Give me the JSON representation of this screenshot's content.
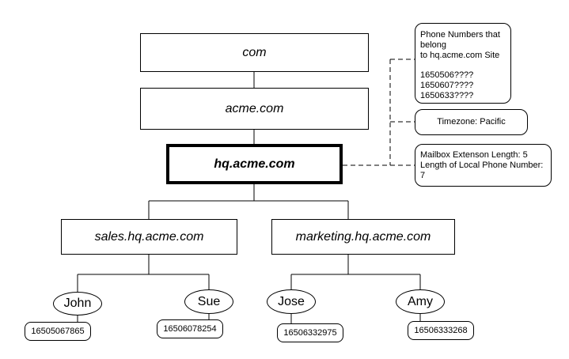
{
  "domains": {
    "root": "com",
    "acme": "acme.com",
    "hq": "hq.acme.com",
    "sales": "sales.hq.acme.com",
    "marketing": "marketing.hq.acme.com"
  },
  "users": [
    {
      "name": "John",
      "phone": "16505067865"
    },
    {
      "name": "Sue",
      "phone": "16506078254"
    },
    {
      "name": "Jose",
      "phone": "16506332975"
    },
    {
      "name": "Amy",
      "phone": "16506333268"
    }
  ],
  "callouts": {
    "phone_numbers": {
      "title_line1": "Phone Numbers that belong",
      "title_line2": "to hq.acme.com Site",
      "numbers": [
        "1650506????",
        "1650607????",
        "1650633????"
      ]
    },
    "timezone": "Timezone: Pacific",
    "mailbox_line1": "Mailbox Extenson Length: 5",
    "mailbox_line2": "Length of Local Phone Number: 7"
  }
}
